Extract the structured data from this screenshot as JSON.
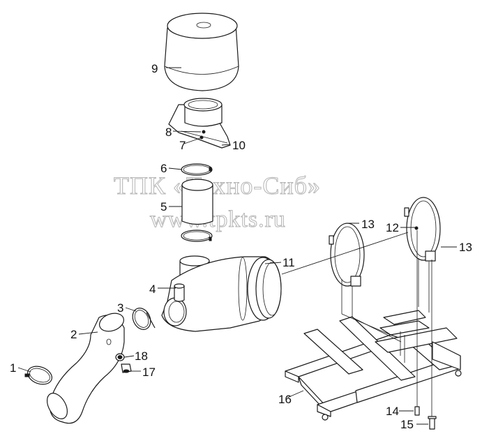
{
  "watermark": {
    "line1": "ТПК «Техно-Сиб»",
    "line2": "www.tpkts.ru"
  },
  "callouts": [
    {
      "id": "c1",
      "label": "1"
    },
    {
      "id": "c2",
      "label": "2"
    },
    {
      "id": "c3",
      "label": "3"
    },
    {
      "id": "c4",
      "label": "4"
    },
    {
      "id": "c5",
      "label": "5"
    },
    {
      "id": "c6",
      "label": "6"
    },
    {
      "id": "c7",
      "label": "7"
    },
    {
      "id": "c8",
      "label": "8"
    },
    {
      "id": "c9",
      "label": "9"
    },
    {
      "id": "c10",
      "label": "10"
    },
    {
      "id": "c11",
      "label": "11"
    },
    {
      "id": "c12",
      "label": "12"
    },
    {
      "id": "c13a",
      "label": "13"
    },
    {
      "id": "c13b",
      "label": "13"
    },
    {
      "id": "c14",
      "label": "14"
    },
    {
      "id": "c15",
      "label": "15"
    },
    {
      "id": "c16",
      "label": "16"
    },
    {
      "id": "c17",
      "label": "17"
    },
    {
      "id": "c18",
      "label": "18"
    }
  ]
}
